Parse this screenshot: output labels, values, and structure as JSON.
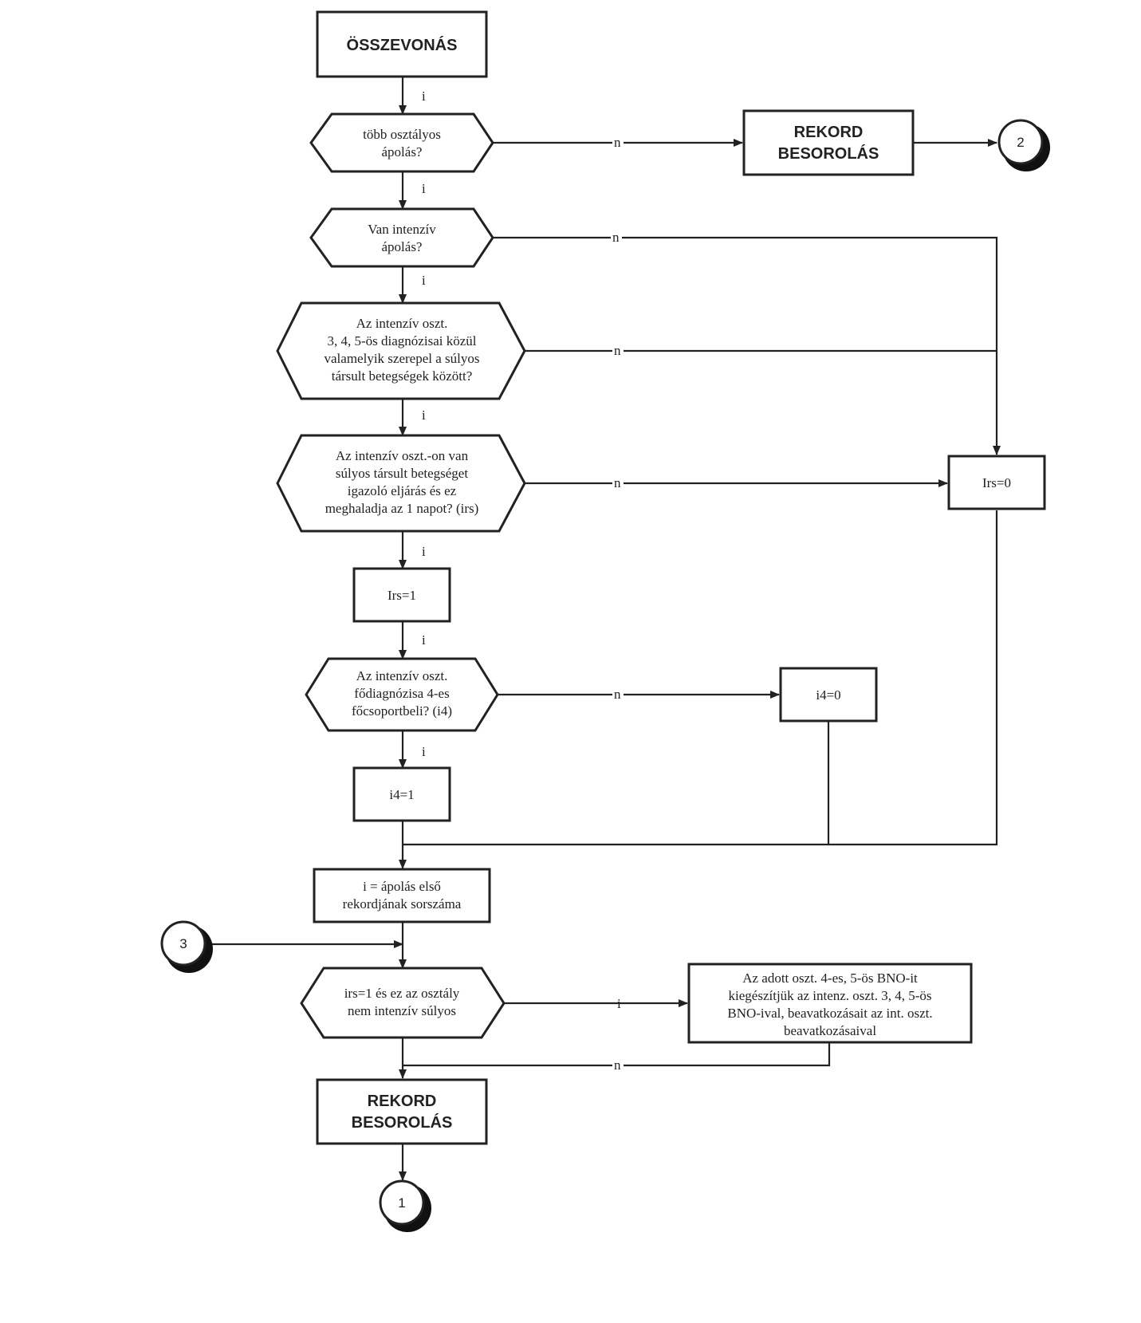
{
  "nodes": {
    "merge": {
      "lines": [
        "ÖSSZEVONÁS"
      ]
    },
    "multi_ward": {
      "lines": [
        "több osztályos",
        "ápolás?"
      ]
    },
    "record_top": {
      "lines": [
        "REKORD",
        "BESOROLÁS"
      ]
    },
    "connector_2": {
      "label": "2"
    },
    "intensive": {
      "lines": [
        "Van intenzív",
        "ápolás?"
      ]
    },
    "diag_check": {
      "lines": [
        "Az intenzív oszt.",
        "3, 4, 5-ös diagnózisai közül",
        "valamelyik szerepel a súlyos",
        "társult betegségek között?"
      ]
    },
    "proc_check": {
      "lines": [
        "Az intenzív oszt.-on van",
        "súlyos társult betegséget",
        "igazoló eljárás és ez",
        "meghaladja az 1 napot? (irs)"
      ]
    },
    "irs0": {
      "lines": [
        "Irs=0"
      ]
    },
    "irs1": {
      "lines": [
        "Irs=1"
      ]
    },
    "main_diag": {
      "lines": [
        "Az intenzív oszt.",
        "fődiagnózisa 4-es",
        "főcsoportbeli? (i4)"
      ]
    },
    "i40": {
      "lines": [
        "i4=0"
      ]
    },
    "i41": {
      "lines": [
        "i4=1"
      ]
    },
    "serial": {
      "lines": [
        "i = ápolás első",
        "rekordjának sorszáma"
      ]
    },
    "connector_3": {
      "label": "3"
    },
    "irs_ward": {
      "lines": [
        "irs=1 és ez az osztály",
        "nem intenzív súlyos"
      ]
    },
    "supplement": {
      "lines": [
        "Az adott oszt. 4-es, 5-ös BNO-it",
        "kiegészítjük az intenz. oszt. 3, 4, 5-ös",
        "BNO-ival, beavatkozásait az int. oszt.",
        "beavatkozásaival"
      ]
    },
    "record_bottom": {
      "lines": [
        "REKORD",
        "BESOROLÁS"
      ]
    },
    "connector_1": {
      "label": "1"
    }
  },
  "edge_labels": {
    "yes": "i",
    "no": "n"
  }
}
